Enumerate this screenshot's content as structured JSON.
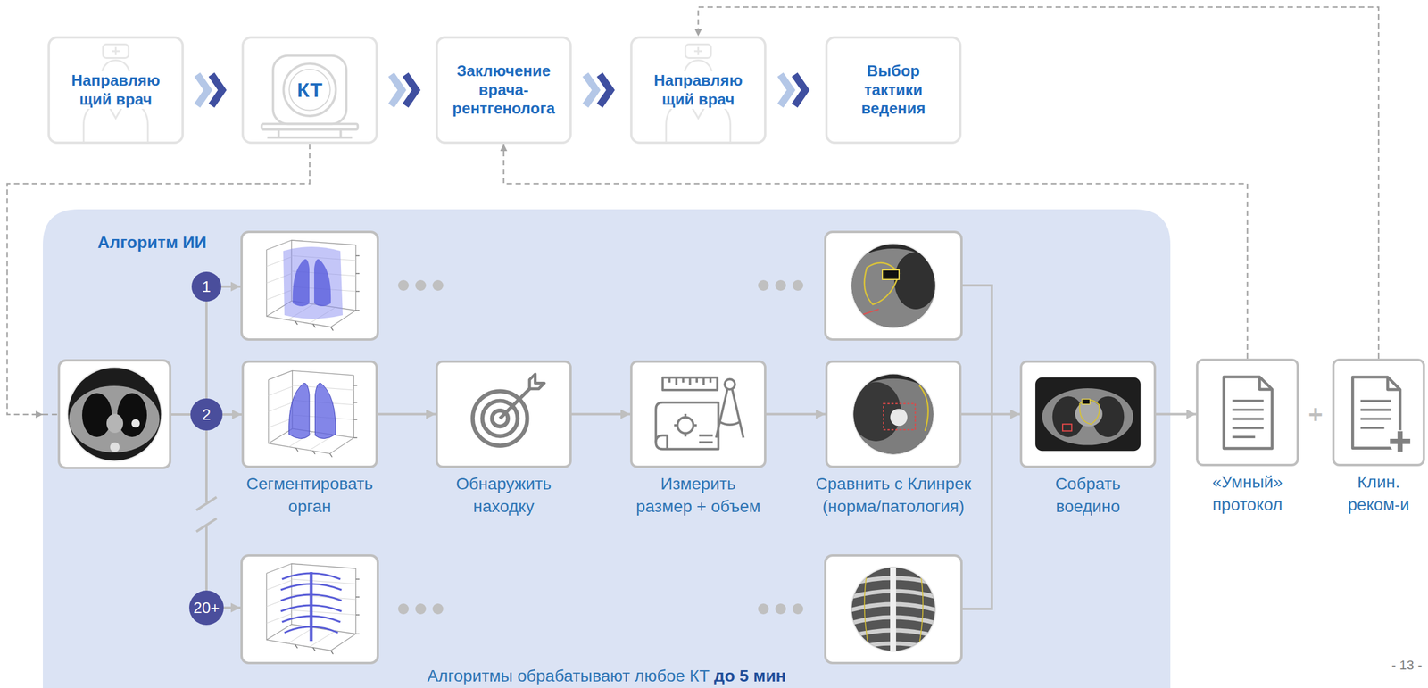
{
  "diagram": {
    "nodes": [
      {
        "text": [
          "Направляю щий врач"
        ]
      },
      {
        "text": [
          "КТ"
        ]
      },
      {
        "text": [
          "Заключение врача-рентгенолога"
        ]
      },
      {
        "text": [
          "Направляю щий врач"
        ]
      },
      {
        "text": [
          "Выбор тактики ведения"
        ]
      },
      {
        "text": [
          "Алгоритм ИИ",
          "Алгоритмы обрабатывают любое КТ",
          "до 5 мин"
        ]
      },
      {
        "text": [
          "1"
        ],
        "in": 5
      },
      {
        "text": [
          "2"
        ],
        "in": 5
      },
      {
        "text": [
          "20+"
        ],
        "in": 5
      },
      {
        "text": [
          "Сегментировать орган"
        ],
        "in": 5
      },
      {
        "text": [
          "Обнаружить находку"
        ],
        "in": 5
      },
      {
        "text": [
          "Измерить размер + объем"
        ],
        "in": 5
      },
      {
        "text": [
          "Сравнить с Клинрек (норма/патология)"
        ],
        "in": 5
      },
      {
        "text": [
          "Собрать воедино"
        ],
        "in": 5
      },
      {
        "text": [
          "«Умный» протокол"
        ]
      },
      {
        "text": [
          "Клин. реком-и"
        ]
      }
    ],
    "edges": [
      {
        "from": 0,
        "to": 1,
        "arrow": "to"
      },
      {
        "from": 1,
        "to": 2,
        "arrow": "to"
      },
      {
        "from": 2,
        "to": 3,
        "arrow": "to"
      },
      {
        "from": 3,
        "to": 4,
        "arrow": "to"
      },
      {
        "from": 1,
        "to": 5,
        "arrow": "to"
      },
      {
        "from": 7,
        "to": 9,
        "arrow": "to"
      },
      {
        "from": 9,
        "to": 10,
        "arrow": "to"
      },
      {
        "from": 10,
        "to": 11,
        "arrow": "to"
      },
      {
        "from": 11,
        "to": 12,
        "arrow": "to"
      },
      {
        "from": 12,
        "to": 13,
        "arrow": "to"
      },
      {
        "from": 13,
        "to": 14,
        "arrow": "to"
      },
      {
        "from": 14,
        "to": 2,
        "arrow": "to"
      },
      {
        "from": 15,
        "to": 3,
        "arrow": "to"
      }
    ],
    "labels": [
      "+",
      "- 13 -"
    ]
  }
}
